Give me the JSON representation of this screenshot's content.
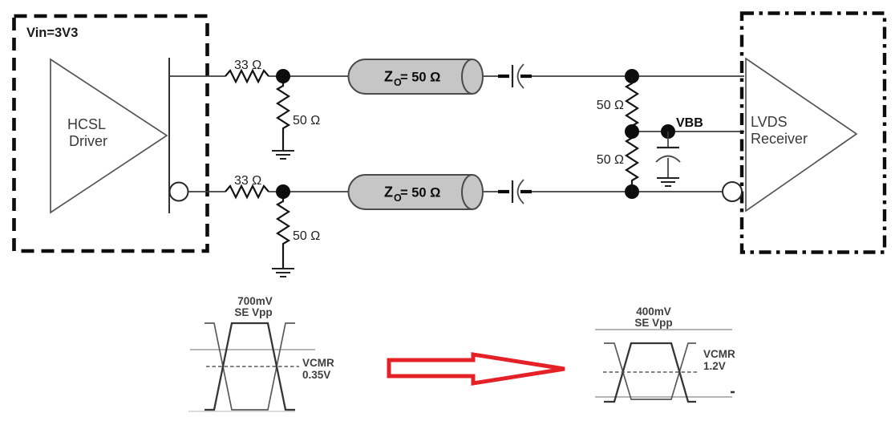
{
  "diagram": {
    "driver_box": {
      "vin_label": "Vin=3V3",
      "name_line1": "HCSL",
      "name_line2": "Driver"
    },
    "receiver_box": {
      "name_line1": "LVDS",
      "name_line2": "Receiver"
    },
    "series_resistor_top": "33 Ω",
    "series_resistor_bottom": "33 Ω",
    "shunt_resistor_top": "50 Ω",
    "shunt_resistor_bottom": "50 Ω",
    "termination_upper": "50 Ω",
    "termination_lower": "50 Ω",
    "vbb_label": "VBB",
    "tline": {
      "sym": "Z",
      "sub": "O",
      "eq": "= 50 Ω"
    }
  },
  "eye_left": {
    "title_line1": "700mV",
    "title_line2": "SE Vpp",
    "vcmr_label": "VCMR",
    "vcmr_value": "0.35V"
  },
  "eye_right": {
    "title_line1": "400mV",
    "title_line2": "SE Vpp",
    "vcmr_label": "VCMR",
    "vcmr_value": "1.2V"
  },
  "colors": {
    "arrow_red": "#e32126",
    "cylinder_fill": "#c6c6c6",
    "cylinder_stroke": "#4a4a4a",
    "wire": "#3d3d3d",
    "guide_gray": "#b5b5b5"
  }
}
